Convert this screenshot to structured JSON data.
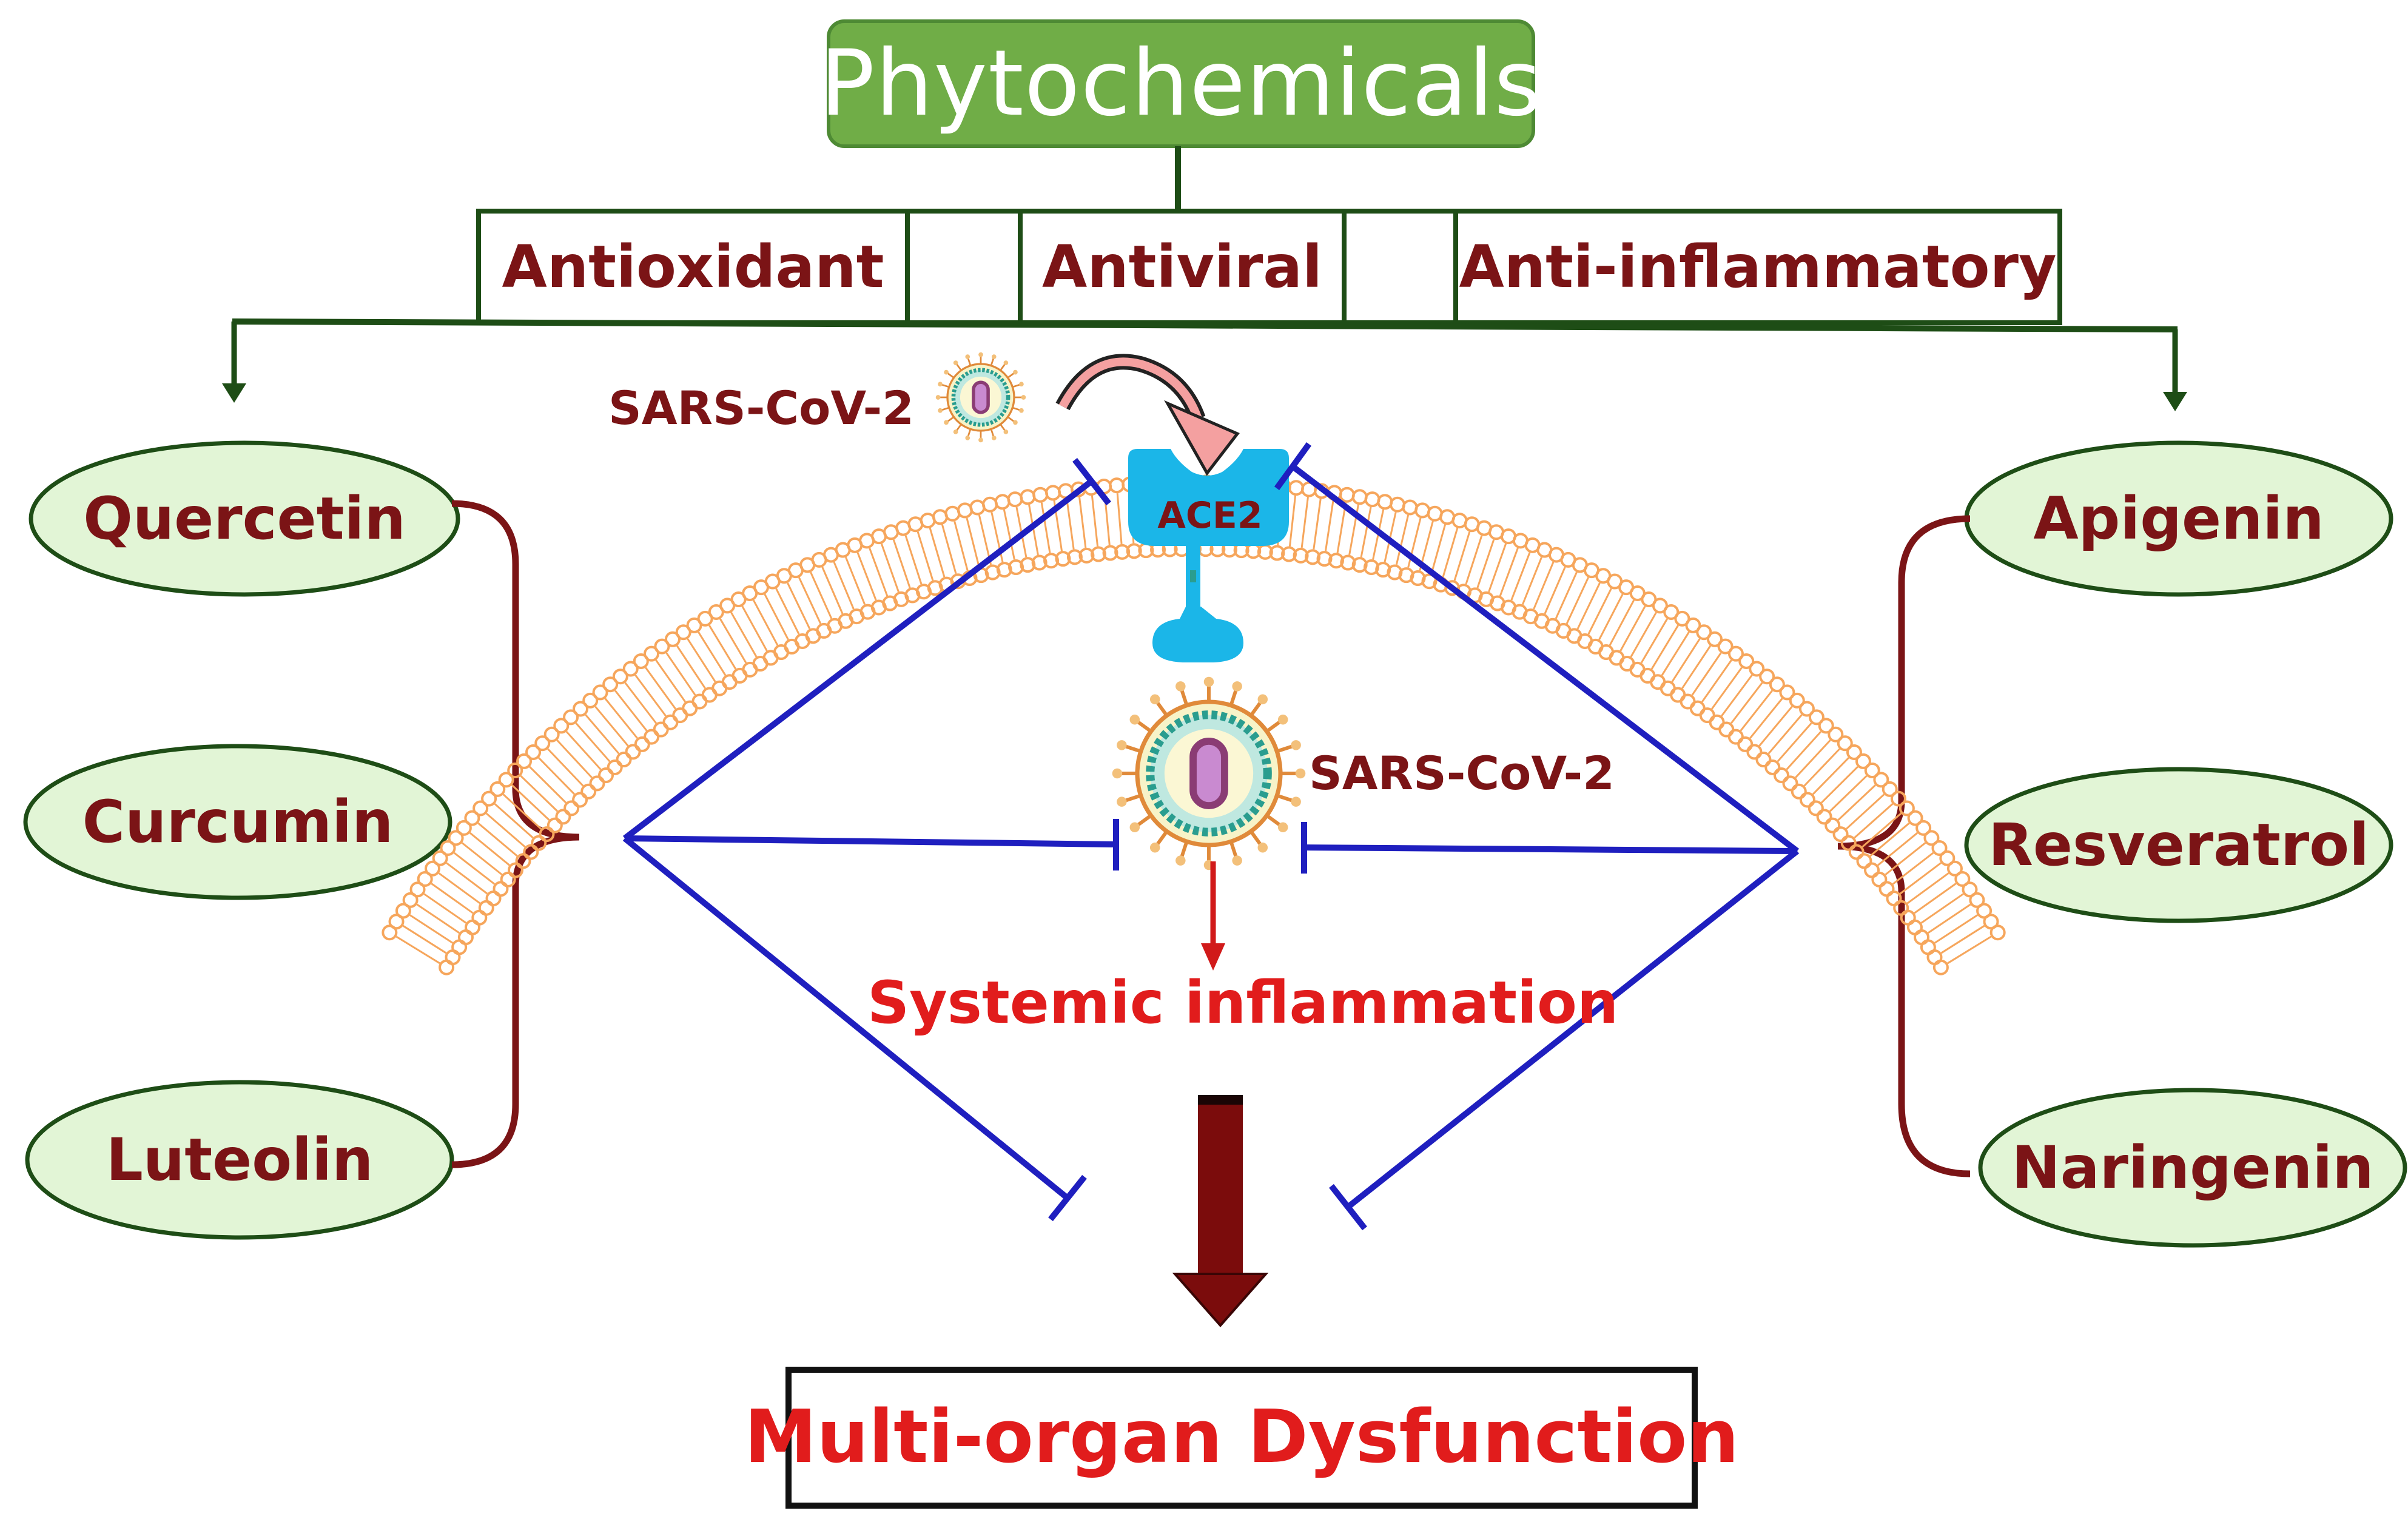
{
  "title": "Phytochemicals",
  "properties": [
    "Antioxidant",
    "Antiviral",
    "Anti-inflammatory"
  ],
  "left_compounds": [
    "Quercetin",
    "Curcumin",
    "Luteolin"
  ],
  "right_compounds": [
    "Apigenin",
    "Resveratrol",
    "Naringenin"
  ],
  "virus_label_top": "SARS-CoV-2",
  "virus_label_mid": "SARS-CoV-2",
  "receptor_label": "ACE2",
  "inflammation_label": "Systemic inflammation",
  "outcome_label": "Multi-organ Dysfunction",
  "colors": {
    "title_fill": "#70ad47",
    "title_stroke": "#4e8a34",
    "tree_line": "#1e4d16",
    "compound_fill": "#e2f5d6",
    "compound_text": "#7b1416",
    "brace": "#7b1416",
    "inhibit_line": "#1f1fbf",
    "receptor": "#1bb6e8",
    "membrane": "#f6a65c",
    "virus_envelope": "#2a9d8f",
    "virus_core": "#8a3c74",
    "arrow_fill": "#f4a0a0",
    "inflammation_text": "#e11c1c",
    "block_arrow": "#7b0c0c"
  }
}
